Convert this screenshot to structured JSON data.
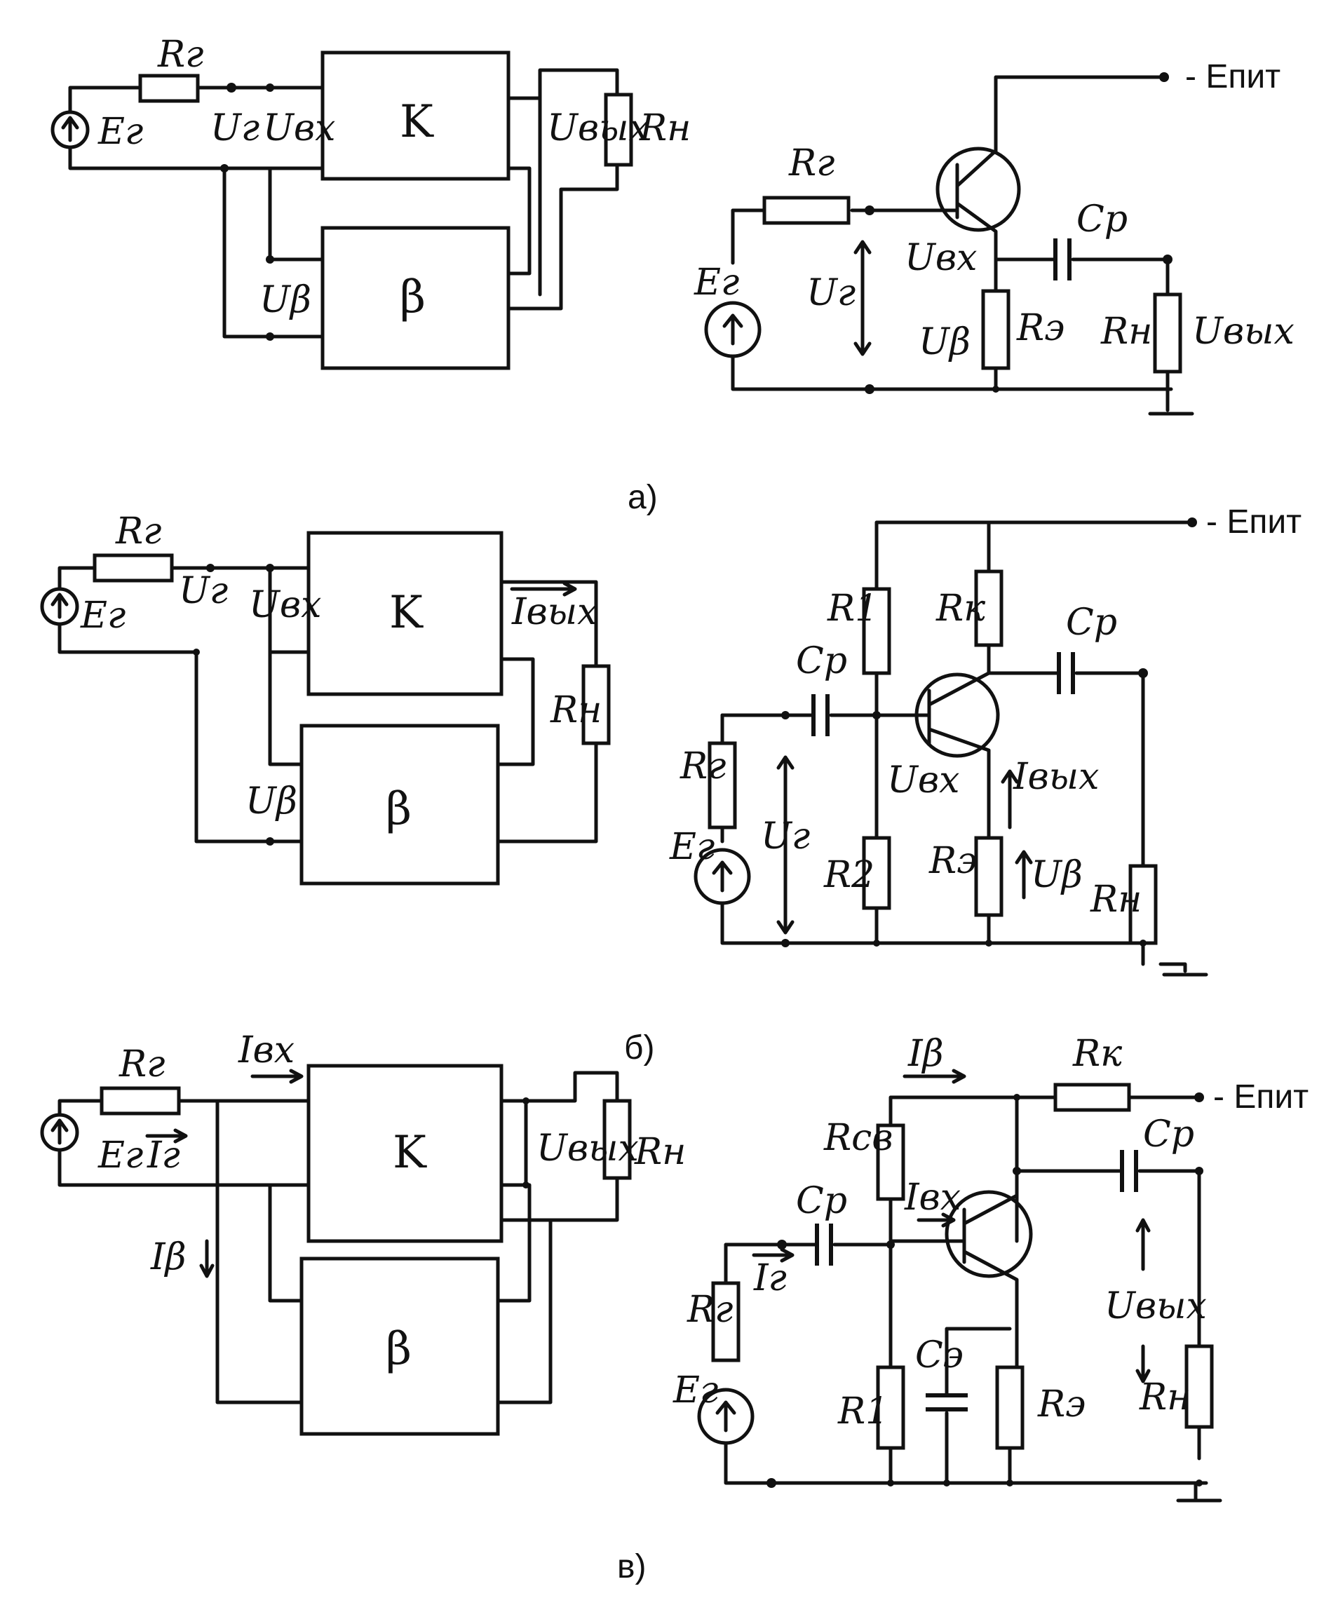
{
  "labels": {
    "rg": "Rг",
    "rn": "Rн",
    "eg": "Eг",
    "ug": "Uг",
    "uvx": "Uвх",
    "uvyx": "Uвых",
    "ub": "Uβ",
    "k": "K",
    "beta": "β",
    "epit": "- Eпит",
    "cp": "Cр",
    "re": "Rэ",
    "r1": "R1",
    "r2": "R2",
    "rk": "Rк",
    "ivyx": "Iвых",
    "ivx": "Iвх",
    "ig": "Iг",
    "ib": "Iβ",
    "rsv": "Rсв",
    "ce": "Cэ"
  },
  "captions": {
    "a": "а)",
    "b": "б)",
    "v": "в)"
  }
}
